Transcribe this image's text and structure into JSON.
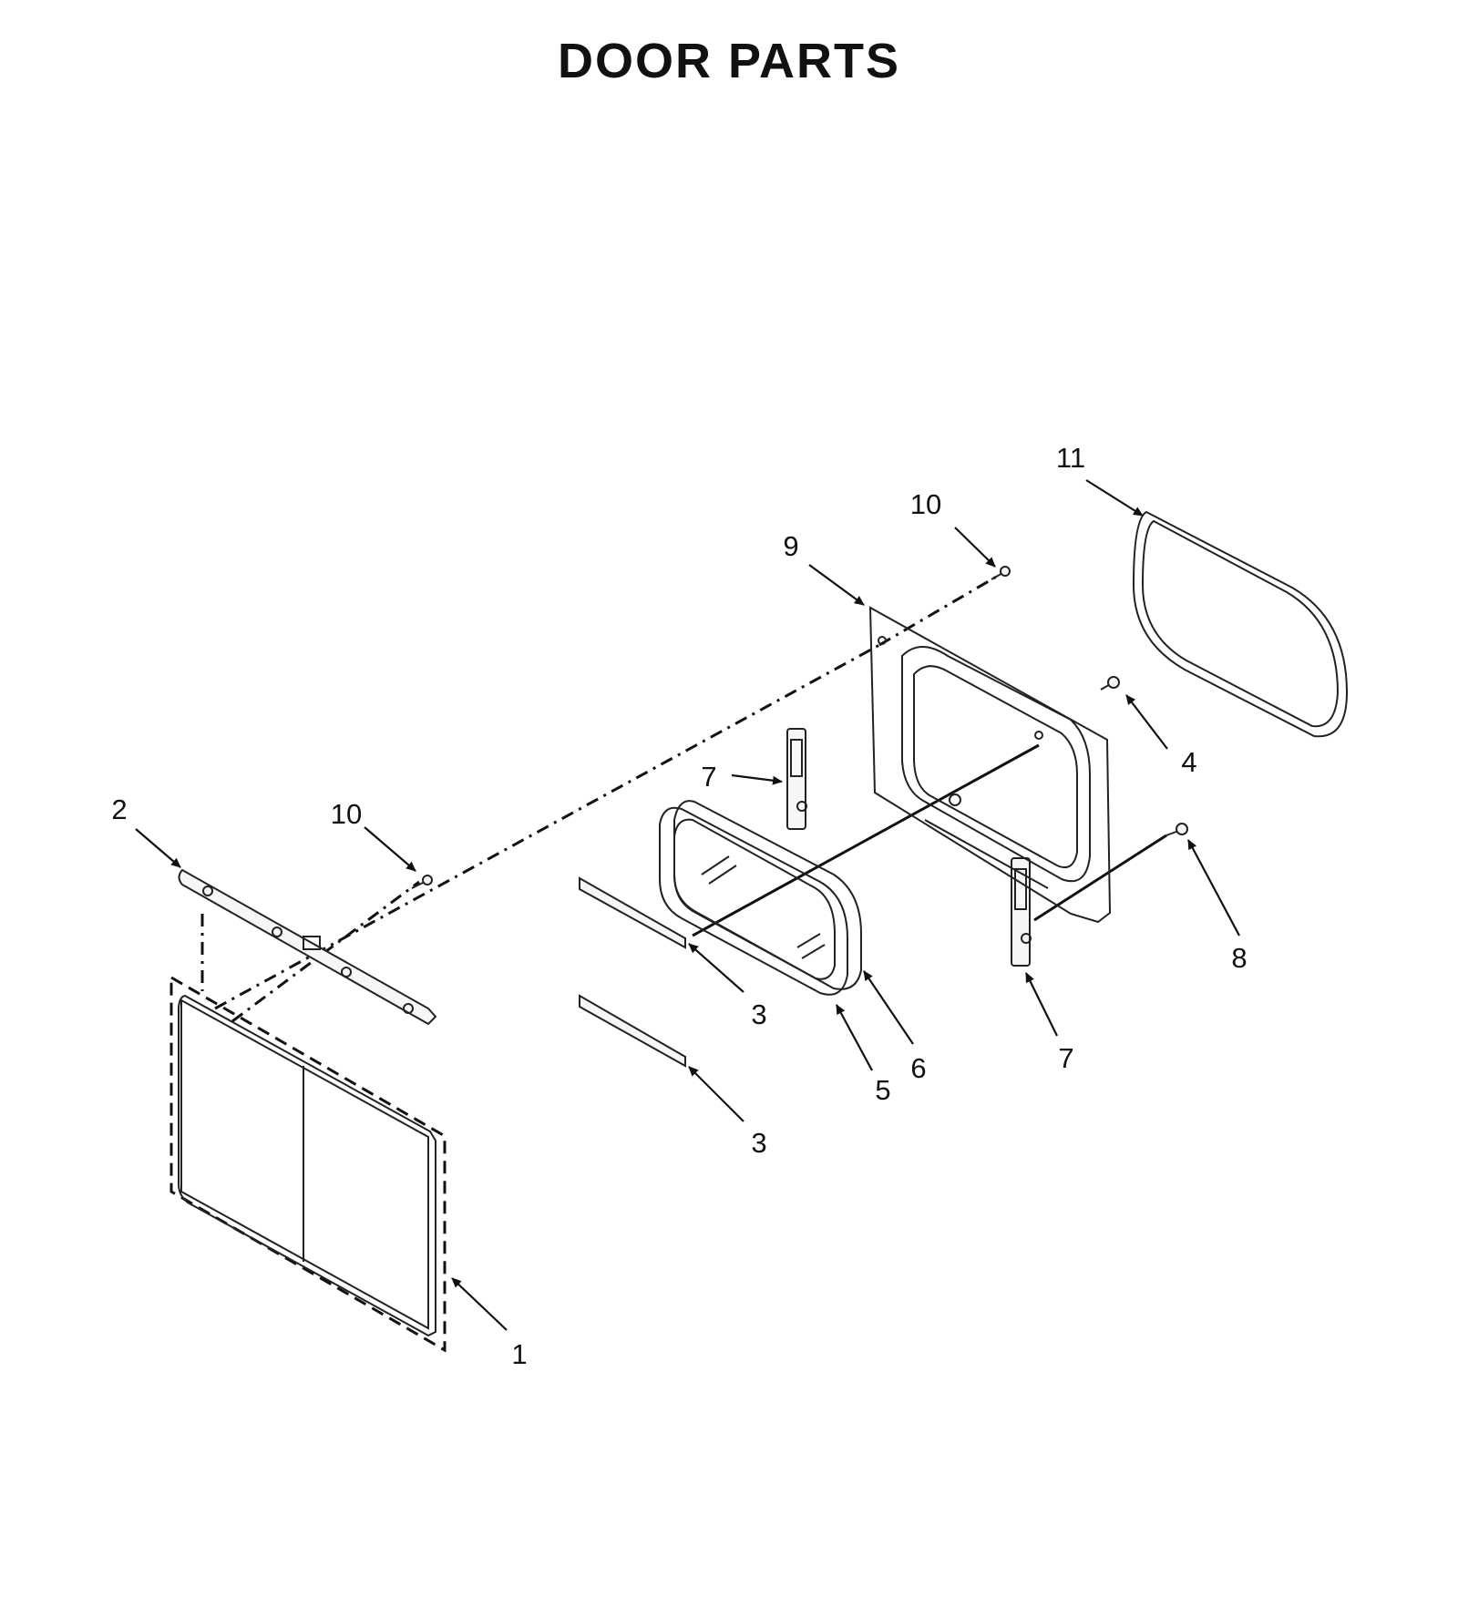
{
  "title": "DOOR PARTS",
  "callouts": {
    "c1": "1",
    "c2": "2",
    "c3a": "3",
    "c3b": "3",
    "c4": "4",
    "c5": "5",
    "c6": "6",
    "c7a": "7",
    "c7b": "7",
    "c8": "8",
    "c9": "9",
    "c10a": "10",
    "c10b": "10",
    "c11": "11"
  }
}
